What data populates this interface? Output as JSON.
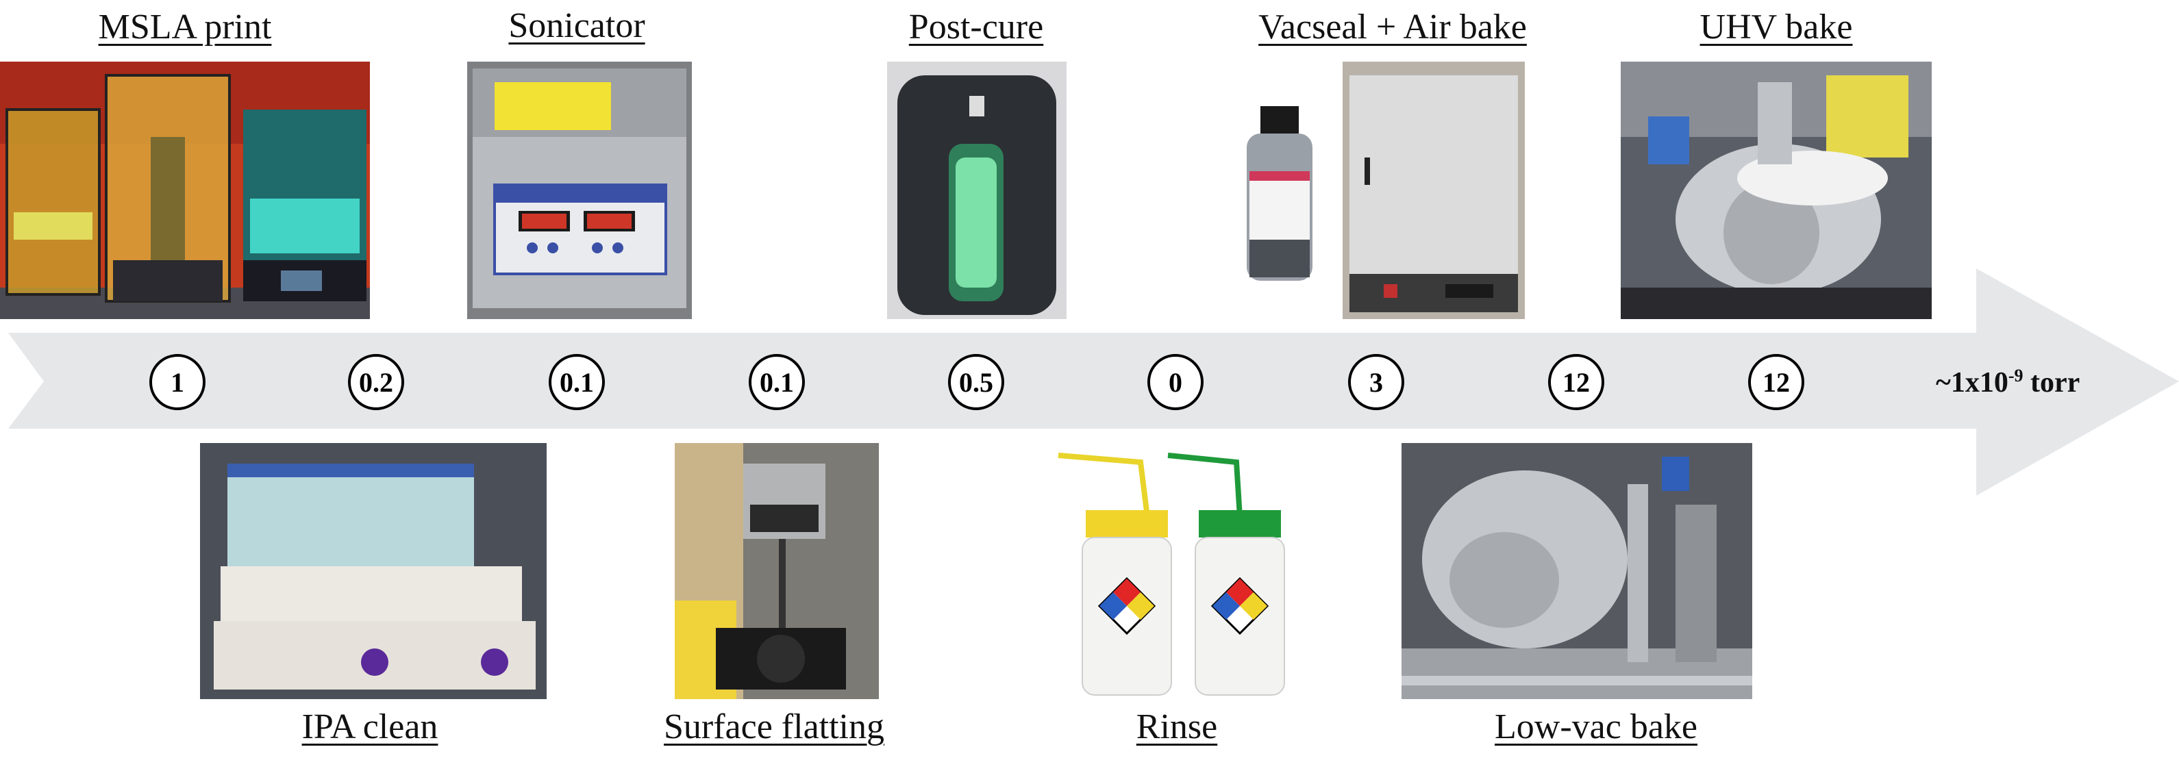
{
  "steps_top": [
    {
      "label": "MSLA print"
    },
    {
      "label": "Sonicator"
    },
    {
      "label": "Post-cure"
    },
    {
      "label": "Vacseal + Air bake"
    },
    {
      "label": "UHV bake"
    }
  ],
  "steps_bottom": [
    {
      "label": "IPA clean"
    },
    {
      "label": "Surface flatting"
    },
    {
      "label": "Rinse"
    },
    {
      "label": "Low-vac bake"
    }
  ],
  "timeline_values": [
    "1",
    "0.2",
    "0.1",
    "0.1",
    "0.5",
    "0",
    "3",
    "12",
    "12"
  ],
  "pressure": {
    "prefix": "~1x10",
    "exponent": "-9",
    "unit": " torr"
  },
  "colors": {
    "arrow": "#e6e7e9",
    "circle_border": "#000000",
    "text": "#111111"
  }
}
